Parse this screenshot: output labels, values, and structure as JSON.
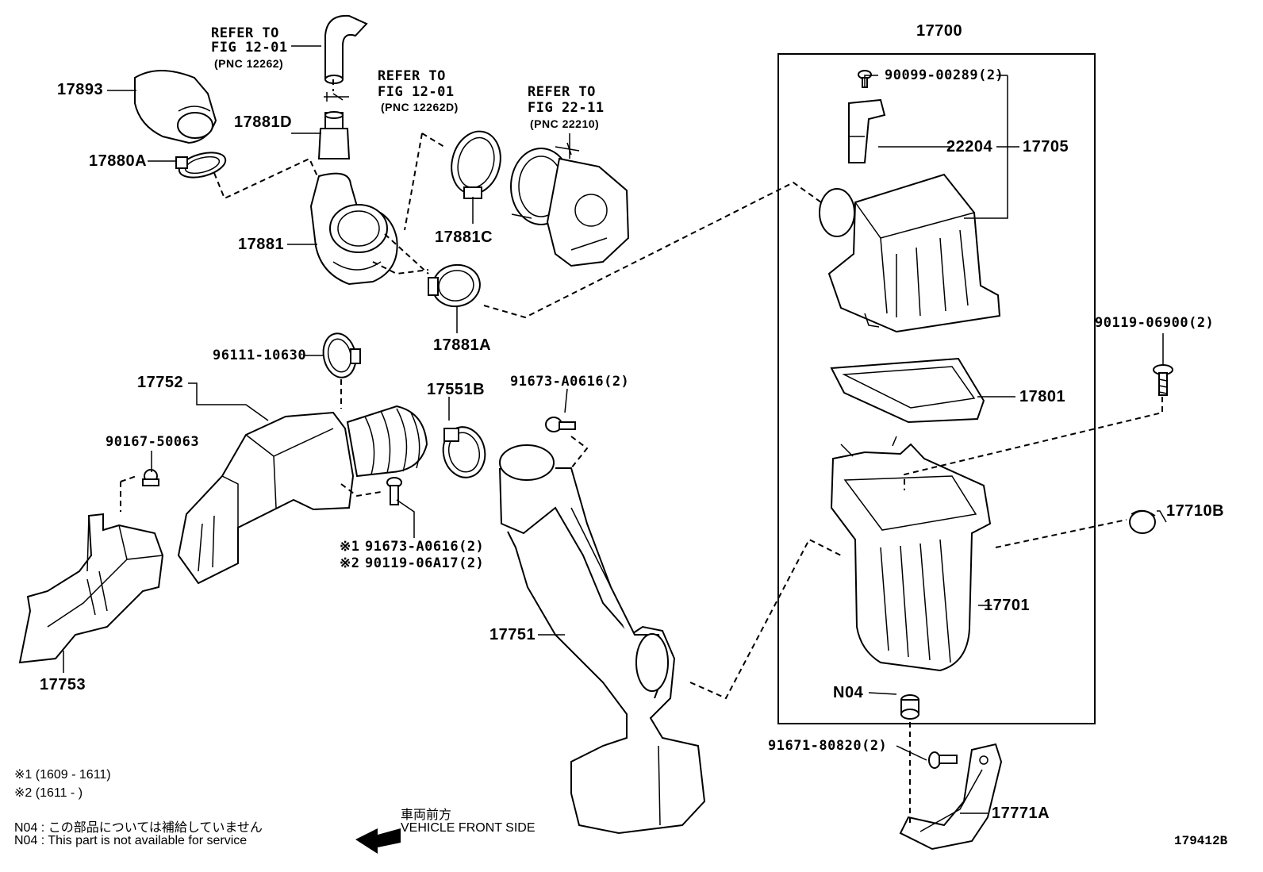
{
  "assembly_label": "17700",
  "refer1": {
    "line1": "REFER TO",
    "line2": "FIG 12-01",
    "line3": "(PNC 12262)"
  },
  "refer2": {
    "line1": "REFER TO",
    "line2": "FIG 12-01",
    "line3": "(PNC 12262D)"
  },
  "refer3": {
    "line1": "REFER TO",
    "line2": "FIG 22-11",
    "line3": "(PNC 22210)"
  },
  "parts": {
    "p17893": "17893",
    "p17881D": "17881D",
    "p17880A": "17880A",
    "p17881": "17881",
    "p17881C": "17881C",
    "p17881A": "17881A",
    "p96111": "96111-10630",
    "p17752": "17752",
    "p17551B": "17551B",
    "p91673a": "91673-A0616(2)",
    "p90167": "90167-50063",
    "p91673b": "91673-A0616(2)",
    "p90119b": "90119-06A17(2)",
    "p17751": "17751",
    "p17753": "17753",
    "p90099": "90099-00289(2)",
    "p22204": "22204",
    "p17705": "17705",
    "p17801": "17801",
    "p90119a": "90119-06900(2)",
    "p17710B": "17710B",
    "p17701": "17701",
    "pN04": "N04",
    "p91671": "91671-80820(2)",
    "p17771A": "17771A"
  },
  "marks": {
    "m1": "※1",
    "m2": "※2"
  },
  "footnotes": {
    "f1": "※1 (1609  - 1611)",
    "f2": "※2 (1611  -       )",
    "n04_jp": "N04 : この部品については補給していません",
    "n04_en": "N04 : This part is not available for service"
  },
  "direction": {
    "jp": "車両前方",
    "en": "VEHICLE FRONT SIDE"
  },
  "figure_code": "179412B"
}
